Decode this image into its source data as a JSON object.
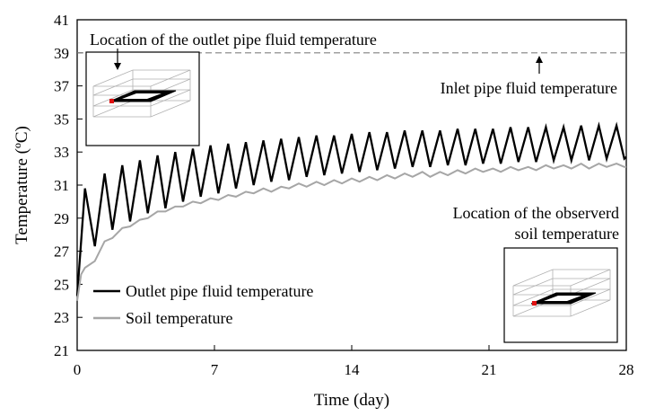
{
  "chart_data": {
    "type": "line",
    "title": "",
    "xlabel": "Time (day)",
    "ylabel": "Temperature (ºC)",
    "xlim": [
      0,
      28
    ],
    "ylim": [
      21,
      41
    ],
    "x_ticks": [
      0,
      7,
      14,
      21,
      28
    ],
    "y_ticks": [
      21,
      23,
      25,
      27,
      29,
      31,
      33,
      35,
      37,
      39,
      41
    ],
    "grid": false,
    "legend_position": "bottom-left",
    "cycle_days": 0.9,
    "series": [
      {
        "name": "Outlet pipe fluid temperature",
        "color": "#000000",
        "x": [
          0,
          0.4,
          0.9,
          1.4,
          1.8,
          2.3,
          2.7,
          3.2,
          3.6,
          4.1,
          4.5,
          5.0,
          5.4,
          5.9,
          6.3,
          6.8,
          7.2,
          7.7,
          8.1,
          8.6,
          9.0,
          9.5,
          9.9,
          10.4,
          10.8,
          11.3,
          11.7,
          12.2,
          12.6,
          13.1,
          13.5,
          14.0,
          14.4,
          14.9,
          15.3,
          15.8,
          16.2,
          16.7,
          17.1,
          17.6,
          18.0,
          18.5,
          18.9,
          19.4,
          19.8,
          20.3,
          20.7,
          21.2,
          21.6,
          22.1,
          22.5,
          23.0,
          23.4,
          23.9,
          24.3,
          24.8,
          25.2,
          25.7,
          26.1,
          26.6,
          27.0,
          27.5,
          27.9,
          28.0
        ],
        "y": [
          24.3,
          30.8,
          27.3,
          31.7,
          28.3,
          32.2,
          28.8,
          32.5,
          29.3,
          32.8,
          29.6,
          33.0,
          30.0,
          33.2,
          30.3,
          33.4,
          30.5,
          33.5,
          30.8,
          33.6,
          31.0,
          33.7,
          31.2,
          33.8,
          31.3,
          33.9,
          31.5,
          34.0,
          31.6,
          34.0,
          31.7,
          34.1,
          31.8,
          34.2,
          31.9,
          34.2,
          32.0,
          34.3,
          32.1,
          34.3,
          32.1,
          34.3,
          32.2,
          34.4,
          32.2,
          34.4,
          32.3,
          34.4,
          32.3,
          34.5,
          32.4,
          34.5,
          32.4,
          34.5,
          32.5,
          34.5,
          32.5,
          34.6,
          32.5,
          34.6,
          32.6,
          34.6,
          32.6,
          32.7
        ]
      },
      {
        "name": "Soil temperature",
        "color": "#a6a6a6",
        "x": [
          0,
          0.2,
          0.4,
          0.9,
          1.4,
          1.8,
          2.3,
          2.7,
          3.2,
          3.6,
          4.1,
          4.5,
          5.0,
          5.4,
          5.9,
          6.3,
          6.8,
          7.2,
          7.7,
          8.1,
          8.6,
          9.0,
          9.5,
          9.9,
          10.4,
          10.8,
          11.3,
          11.7,
          12.2,
          12.6,
          13.1,
          13.5,
          14.0,
          14.4,
          14.9,
          15.3,
          15.8,
          16.2,
          16.7,
          17.1,
          17.6,
          18.0,
          18.5,
          18.9,
          19.4,
          19.8,
          20.3,
          20.7,
          21.2,
          21.6,
          22.1,
          22.5,
          23.0,
          23.4,
          23.9,
          24.3,
          24.8,
          25.2,
          25.7,
          26.1,
          26.6,
          27.0,
          27.5,
          27.9,
          28.0
        ],
        "y": [
          24.0,
          25.6,
          26.0,
          26.4,
          27.6,
          27.8,
          28.4,
          28.5,
          28.9,
          29.0,
          29.4,
          29.4,
          29.7,
          29.7,
          30.0,
          29.9,
          30.2,
          30.1,
          30.4,
          30.3,
          30.6,
          30.5,
          30.8,
          30.6,
          30.9,
          30.8,
          31.1,
          30.9,
          31.2,
          31.0,
          31.3,
          31.1,
          31.4,
          31.2,
          31.5,
          31.3,
          31.6,
          31.4,
          31.7,
          31.5,
          31.8,
          31.5,
          31.8,
          31.6,
          31.9,
          31.7,
          32.0,
          31.8,
          32.0,
          31.8,
          32.1,
          31.9,
          32.1,
          31.9,
          32.2,
          32.0,
          32.2,
          32.0,
          32.3,
          32.0,
          32.3,
          32.1,
          32.3,
          32.1,
          32.1
        ]
      },
      {
        "name": "Inlet pipe fluid temperature",
        "color": "#808080",
        "dashed": true,
        "x": [
          0,
          28
        ],
        "y": [
          39,
          39
        ]
      }
    ],
    "annotations": {
      "outlet_location": "Location of the outlet pipe fluid temperature",
      "inlet": "Inlet pipe fluid temperature",
      "soil_location_line1": "Location of the observerd",
      "soil_location_line2": "soil temperature"
    }
  }
}
